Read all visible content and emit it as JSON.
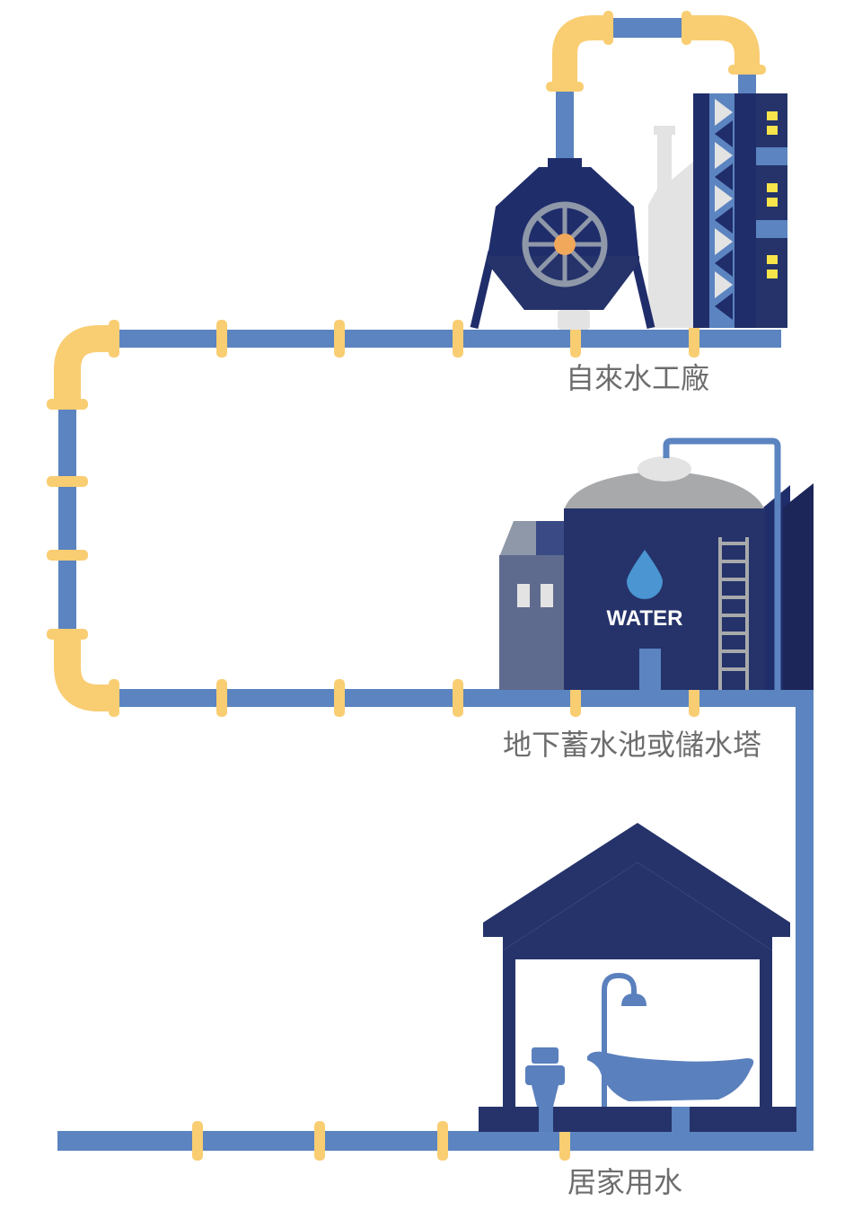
{
  "stages": {
    "water_plant": "自來水工廠",
    "storage": "地下蓄水池或儲水塔",
    "household": "居家用水"
  },
  "tank_text": "WATER",
  "colors": {
    "pipe": "#5b84c0",
    "pipe_bend": "#f9cd72",
    "dark_navy": "#202d6b",
    "navy": "#25336a",
    "gray_light": "#e3e3e3",
    "gray": "#a8a9ab",
    "slate": "#5f6b8e",
    "window_yellow": "#f8e44b",
    "fixture_blue": "#5a80bd",
    "drop_blue": "#4a95d2",
    "wheel_gray": "#8f98a8",
    "hub_orange": "#f1a85a",
    "label_gray": "#6d6d6d"
  }
}
